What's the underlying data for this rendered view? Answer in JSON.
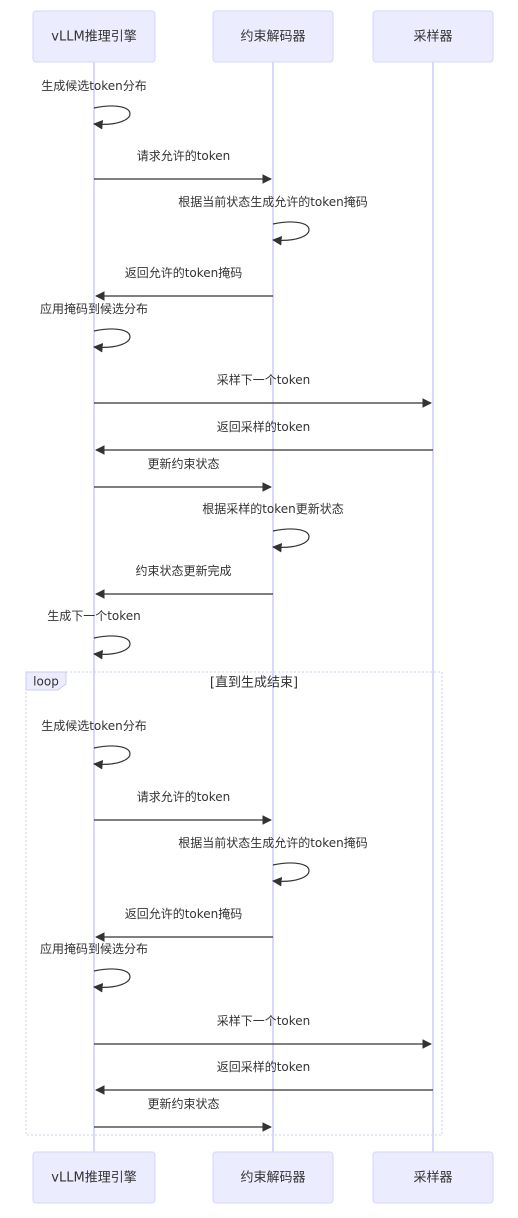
{
  "actors": [
    "vLLM推理引擎",
    "约束解码器",
    "采样器"
  ],
  "messages_before_loop": [
    {
      "from": 0,
      "to": 0,
      "text": "生成候选token分布"
    },
    {
      "from": 0,
      "to": 1,
      "text": "请求允许的token"
    },
    {
      "from": 1,
      "to": 1,
      "text": "根据当前状态生成允许的token掩码"
    },
    {
      "from": 1,
      "to": 0,
      "text": "返回允许的token掩码"
    },
    {
      "from": 0,
      "to": 0,
      "text": "应用掩码到候选分布"
    },
    {
      "from": 0,
      "to": 2,
      "text": "采样下一个token"
    },
    {
      "from": 2,
      "to": 0,
      "text": "返回采样的token"
    },
    {
      "from": 0,
      "to": 1,
      "text": "更新约束状态"
    },
    {
      "from": 1,
      "to": 1,
      "text": "根据采样的token更新状态"
    },
    {
      "from": 1,
      "to": 0,
      "text": "约束状态更新完成"
    },
    {
      "from": 0,
      "to": 0,
      "text": "生成下一个token"
    }
  ],
  "loop": {
    "label": "loop",
    "condition": "[直到生成结束]",
    "messages": [
      {
        "from": 0,
        "to": 0,
        "text": "生成候选token分布"
      },
      {
        "from": 0,
        "to": 1,
        "text": "请求允许的token"
      },
      {
        "from": 1,
        "to": 1,
        "text": "根据当前状态生成允许的token掩码"
      },
      {
        "from": 1,
        "to": 0,
        "text": "返回允许的token掩码"
      },
      {
        "from": 0,
        "to": 0,
        "text": "应用掩码到候选分布"
      },
      {
        "from": 0,
        "to": 2,
        "text": "采样下一个token"
      },
      {
        "from": 2,
        "to": 0,
        "text": "返回采样的token"
      },
      {
        "from": 0,
        "to": 1,
        "text": "更新约束状态"
      }
    ]
  }
}
